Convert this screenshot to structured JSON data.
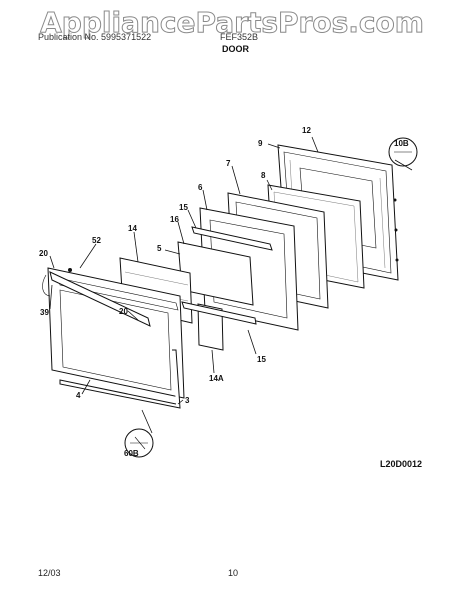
{
  "watermark": "AppliancePartsPros.com",
  "header": {
    "left": "Publication No. 5995371522",
    "right": "FEF352B",
    "title": "DOOR"
  },
  "diagram_code": "L20D0012",
  "footer": {
    "date": "12/03",
    "page": "10"
  },
  "callouts": {
    "c12": "12",
    "c9": "9",
    "c10b": "10B",
    "c7": "7",
    "c8": "8",
    "c6": "6",
    "c15a": "15",
    "c16": "16",
    "c14": "14",
    "c5": "5",
    "c52": "52",
    "c20a": "20",
    "c39": "39",
    "c20b": "20",
    "c15b": "15",
    "c14a": "14A",
    "c4": "4",
    "c3": "3",
    "c60b": "60B"
  }
}
